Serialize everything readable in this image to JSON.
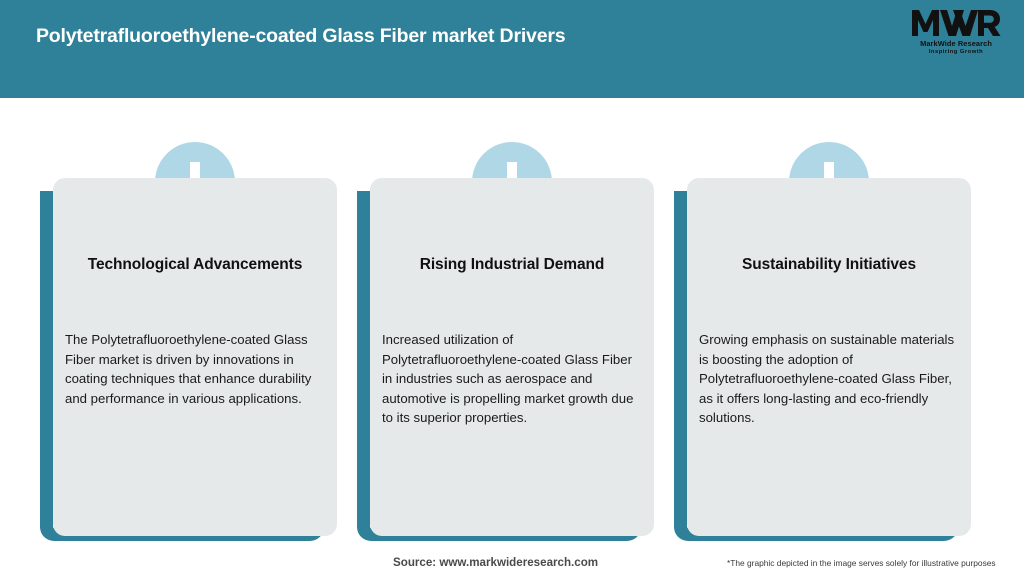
{
  "header": {
    "title": "Polytetrafluoroethylene-coated Glass Fiber market Drivers",
    "background_color": "#2E8198",
    "title_color": "#FFFFFF"
  },
  "logo": {
    "monogram": "MWR",
    "name": "MarkWide Research",
    "tagline": "Inspiring Growth",
    "icon": "mwr-logo-icon"
  },
  "cards": [
    {
      "icon": "arrow-down-icon",
      "title": "Technological Advancements",
      "body": "The Polytetrafluoroethylene-coated Glass Fiber market is driven by innovations in coating techniques that enhance durability and performance in various applications."
    },
    {
      "icon": "arrow-down-icon",
      "title": "Rising Industrial Demand",
      "body": "Increased utilization of Polytetrafluoroethylene-coated Glass Fiber in industries such as aerospace and automotive is propelling market growth due to its superior properties."
    },
    {
      "icon": "arrow-down-icon",
      "title": "Sustainability Initiatives",
      "body": "Growing emphasis on sustainable materials is boosting the adoption of Polytetrafluoroethylene-coated Glass Fiber, as it offers long-lasting and eco-friendly solutions."
    }
  ],
  "footer": {
    "source": "Source: www.markwideresearch.com",
    "disclaimer": "*The graphic depicted in the image serves solely for illustrative purposes"
  },
  "colors": {
    "accent_teal": "#2E8198",
    "card_background": "#E6E9EA",
    "icon_circle": "#AFD7E6",
    "page_background": "#FFFFFF"
  }
}
